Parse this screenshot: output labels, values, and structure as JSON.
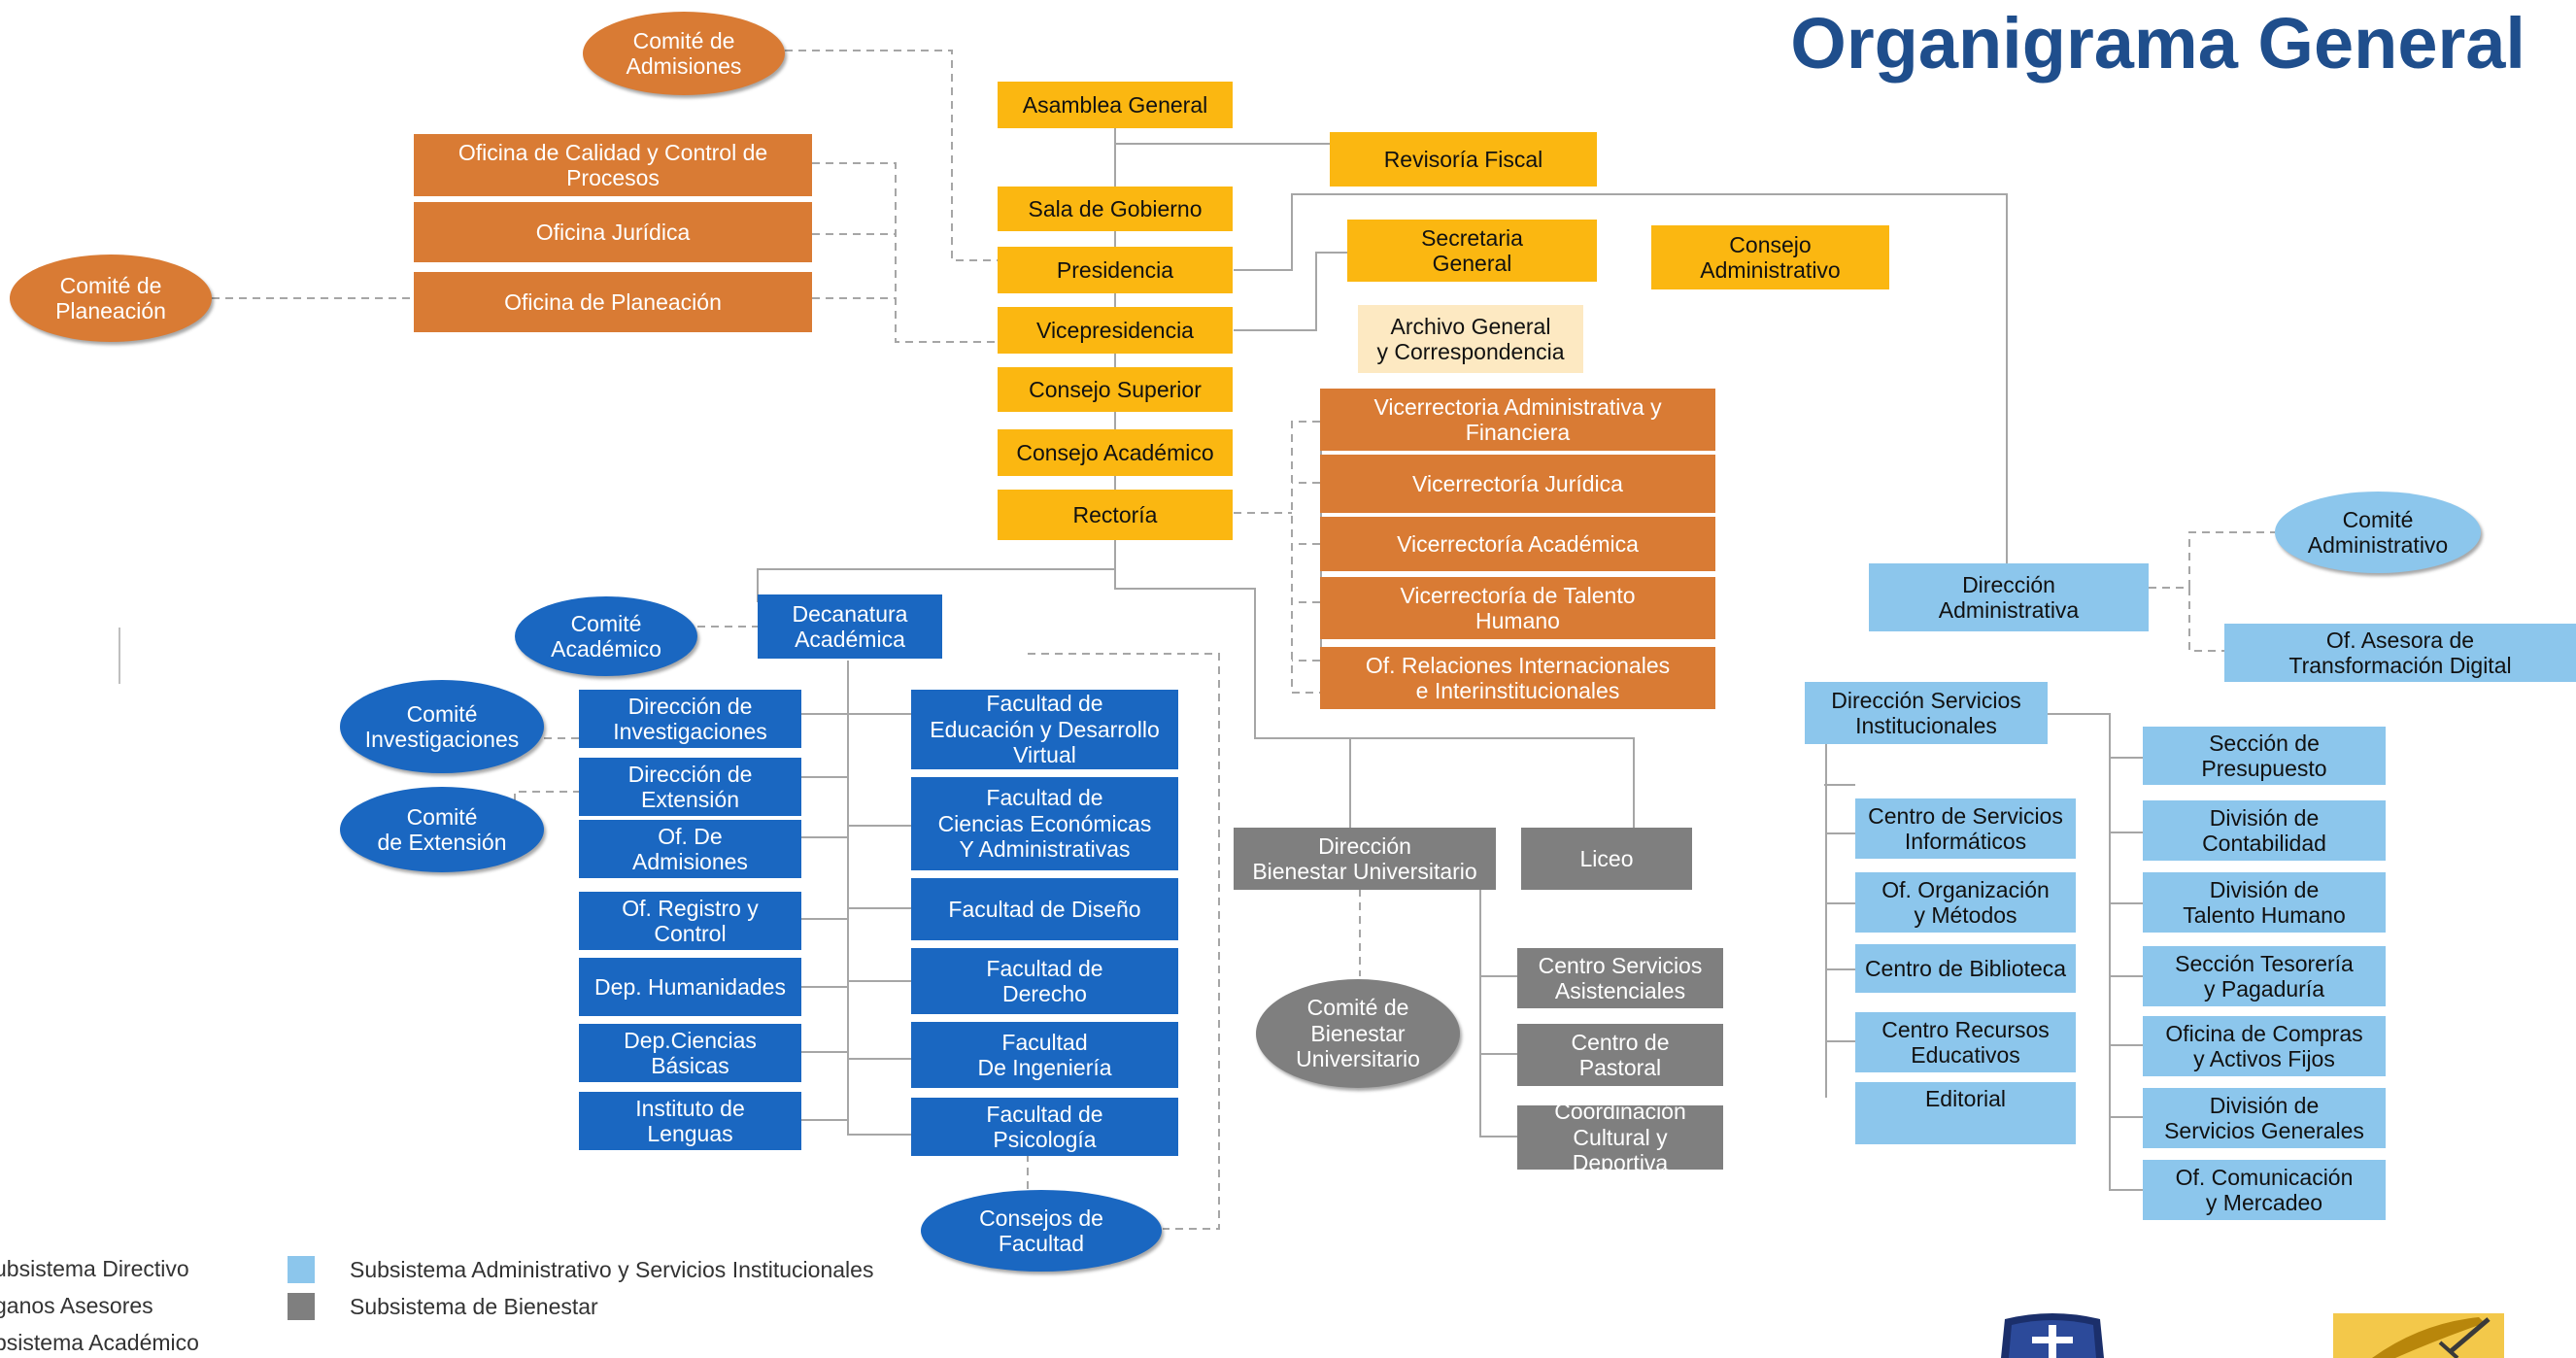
{
  "title": "Organigrama General",
  "colors": {
    "directivo": "#fbb711",
    "asesores": "#d97b34",
    "academico": "#1a67c1",
    "administrativo": "#8cc6ec",
    "bienestar": "#7f7f7f",
    "title": "#1f4e8c"
  },
  "nodes": {
    "asamblea": "Asamblea General",
    "revisoria": "Revisoría Fiscal",
    "sala_gobierno": "Sala de Gobierno",
    "presidencia": "Presidencia",
    "vicepresidencia": "Vicepresidencia",
    "consejo_superior": "Consejo Superior",
    "consejo_academico": "Consejo Académico",
    "rectoria": "Rectoría",
    "secretaria": "Secretaria\nGeneral",
    "consejo_admin": "Consejo\nAdministrativo",
    "archivo": "Archivo General\ny Correspondencia",
    "comite_admisiones": "Comité de\nAdmisiones",
    "of_calidad": "Oficina  de Calidad y Control de\nProcesos",
    "of_juridica": "Oficina Jurídica",
    "of_planeacion": "Oficina de Planeación",
    "comite_planeacion": "Comité de\nPlaneación",
    "vr_admin": "Vicerrectoria Administrativa y\nFinanciera",
    "vr_juridica": "Vicerrectoría Jurídica",
    "vr_academica": "Vicerrectoría  Académica",
    "vr_talento": "Vicerrectoría  de Talento\nHumano",
    "of_relaciones": "Of. Relaciones Internacionales\ne Interinstitucionales",
    "decanatura": "Decanatura\nAcadémica",
    "comite_academico": "Comité\nAcadémico",
    "comite_investigaciones": "Comité\nInvestigaciones",
    "comite_extension": "Comité\nde Extensión",
    "dir_investigaciones": "Dirección de\nInvestigaciones",
    "dir_extension": "Dirección de\nExtensión",
    "of_admisiones": "Of.  De\nAdmisiones",
    "of_registro": "Of. Registro y\nControl",
    "dep_humanidades": "Dep. Humanidades",
    "dep_ciencias": "Dep.Ciencias\nBásicas",
    "inst_lenguas": "Instituto de\nLenguas",
    "fac_educacion": "Facultad de\nEducación y Desarrollo\nVirtual",
    "fac_economicas": "Facultad de\nCiencias Económicas\nY Administrativas",
    "fac_diseno": "Facultad de Diseño",
    "fac_derecho": "Facultad de\nDerecho",
    "fac_ingenieria": "Facultad\nDe Ingeniería",
    "fac_psicologia": "Facultad de\nPsicología",
    "consejos_facultad": "Consejos de\nFacultad",
    "dir_bienestar": "Dirección\nBienestar Universitario",
    "liceo": "Liceo",
    "comite_bienestar": "Comité de\nBienestar\nUniversitario",
    "centro_asistenciales": "Centro Servicios\nAsistenciales",
    "centro_pastoral": "Centro de\nPastoral",
    "coordinacion_cultural": "Coordinación\nCultural y Deportiva",
    "dir_administrativa": "Dirección\nAdministrativa",
    "comite_administrativo": "Comité\nAdministrativo",
    "of_transformacion": "Of. Asesora de\nTransformación Digital",
    "dir_servicios": "Dirección Servicios\nInstitucionales",
    "centro_informaticos": "Centro de Servicios\nInformáticos",
    "of_organizacion": "Of. Organización\ny Métodos",
    "centro_biblioteca": "Centro de Biblioteca",
    "centro_recursos": "Centro Recursos\nEducativos",
    "editorial": "Editorial",
    "sec_presupuesto": "Sección de\nPresupuesto",
    "div_contabilidad": "División de\nContabilidad",
    "div_talento": "División de\nTalento Humano",
    "sec_tesoreria": "Sección Tesorería\ny Pagaduría",
    "of_compras": "Oficina de Compras\ny Activos Fijos",
    "div_servicios": "División de\nServicios Generales",
    "of_comunicacion": "Of. Comunicación\ny Mercadeo"
  },
  "legend": [
    {
      "label": "ubsistema Directivo",
      "color": "#fbb711"
    },
    {
      "label": "ganos Asesores",
      "color": "#d97b34"
    },
    {
      "label": "bsistema Académico",
      "color": "#1a67c1"
    },
    {
      "label": "Subsistema Administrativo y Servicios Institucionales",
      "color": "#8cc6ec"
    },
    {
      "label": "Subsistema de Bienestar",
      "color": "#7f7f7f"
    }
  ]
}
